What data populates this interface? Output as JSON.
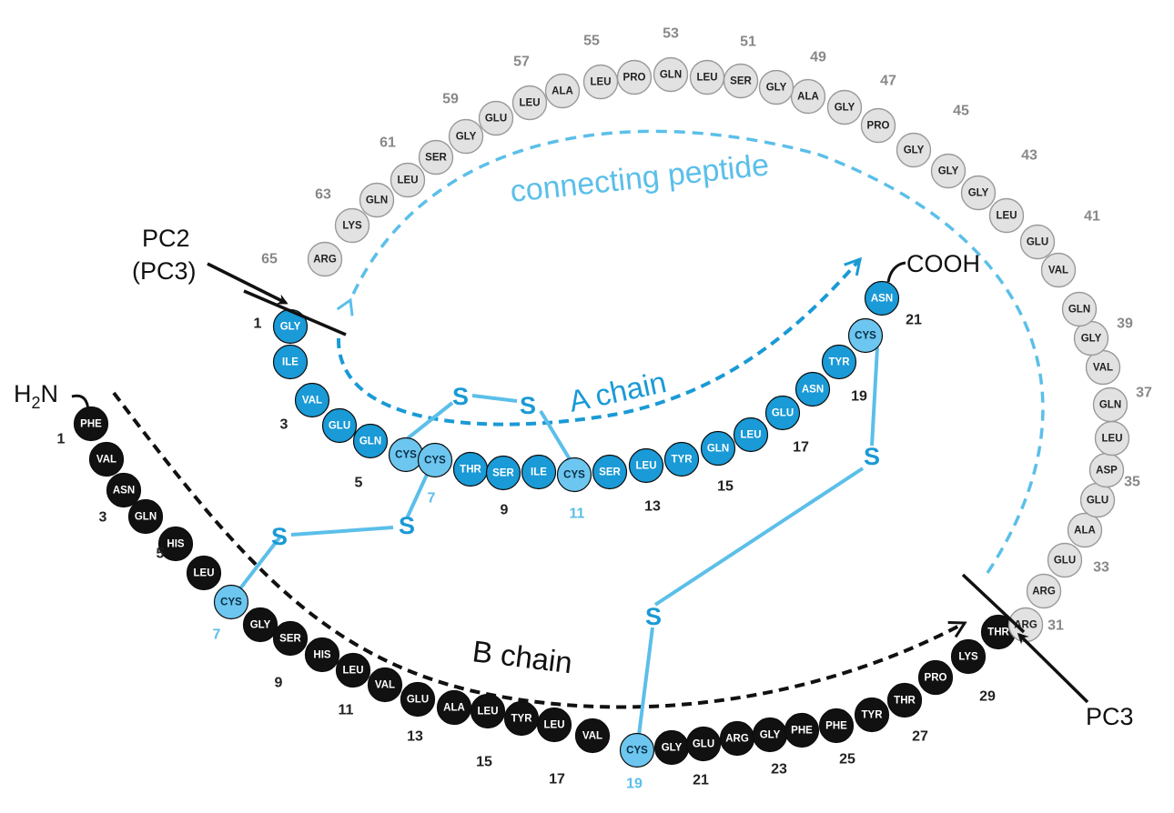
{
  "labels": {
    "h2n_main": "H",
    "h2n_sub": "2",
    "h2n_tail": "N",
    "cooh": "COOH",
    "pc2": "PC2",
    "pc2_paren": "(PC3)",
    "pc3": "PC3",
    "connecting_peptide": "connecting peptide",
    "a_chain": "A chain",
    "b_chain": "B chain",
    "sulfur": "S"
  },
  "colors": {
    "b_chain": "#111111",
    "a_chain": "#1a9ad6",
    "cys": "#6cc6ef",
    "c_peptide": "#e2e2e2",
    "bond": "#5bbfe9",
    "c_num": "#888888",
    "dark_num": "#222222",
    "cys_num": "#5bbfe9"
  },
  "b_chain": {
    "residues": [
      "PHE",
      "VAL",
      "ASN",
      "GLN",
      "HIS",
      "LEU",
      "CYS",
      "GLY",
      "SER",
      "HIS",
      "LEU",
      "VAL",
      "GLU",
      "ALA",
      "LEU",
      "TYR",
      "LEU",
      "VAL",
      "CYS",
      "GLY",
      "GLU",
      "ARG",
      "GLY",
      "PHE",
      "PHE",
      "TYR",
      "THR",
      "PRO",
      "LYS",
      "THR"
    ],
    "numbers": [
      "1",
      "3",
      "5",
      "7",
      "9",
      "11",
      "13",
      "15",
      "17",
      "19",
      "21",
      "23",
      "25",
      "27",
      "29"
    ]
  },
  "c_peptide": {
    "residues": [
      "ARG",
      "ARG",
      "GLU",
      "ALA",
      "GLU",
      "ASP",
      "LEU",
      "GLN",
      "VAL",
      "GLY",
      "GLN",
      "VAL",
      "GLU",
      "LEU",
      "GLY",
      "GLY",
      "GLY",
      "PRO",
      "GLY",
      "ALA",
      "GLY",
      "SER",
      "LEU",
      "GLN",
      "PRO",
      "LEU",
      "ALA",
      "LEU",
      "GLU",
      "GLY",
      "SER",
      "LEU",
      "GLN",
      "LYS",
      "ARG"
    ],
    "numbers": [
      "31",
      "33",
      "35",
      "37",
      "39",
      "41",
      "43",
      "45",
      "47",
      "49",
      "51",
      "53",
      "55",
      "57",
      "59",
      "61",
      "63",
      "65"
    ]
  },
  "a_chain": {
    "residues": [
      "GLY",
      "ILE",
      "VAL",
      "GLU",
      "GLN",
      "CYS",
      "CYS",
      "THR",
      "SER",
      "ILE",
      "CYS",
      "SER",
      "LEU",
      "TYR",
      "GLN",
      "LEU",
      "GLU",
      "ASN",
      "TYR",
      "CYS",
      "ASN"
    ],
    "numbers": [
      "1",
      "3",
      "5",
      "7",
      "9",
      "11",
      "13",
      "15",
      "17",
      "19",
      "21"
    ]
  }
}
